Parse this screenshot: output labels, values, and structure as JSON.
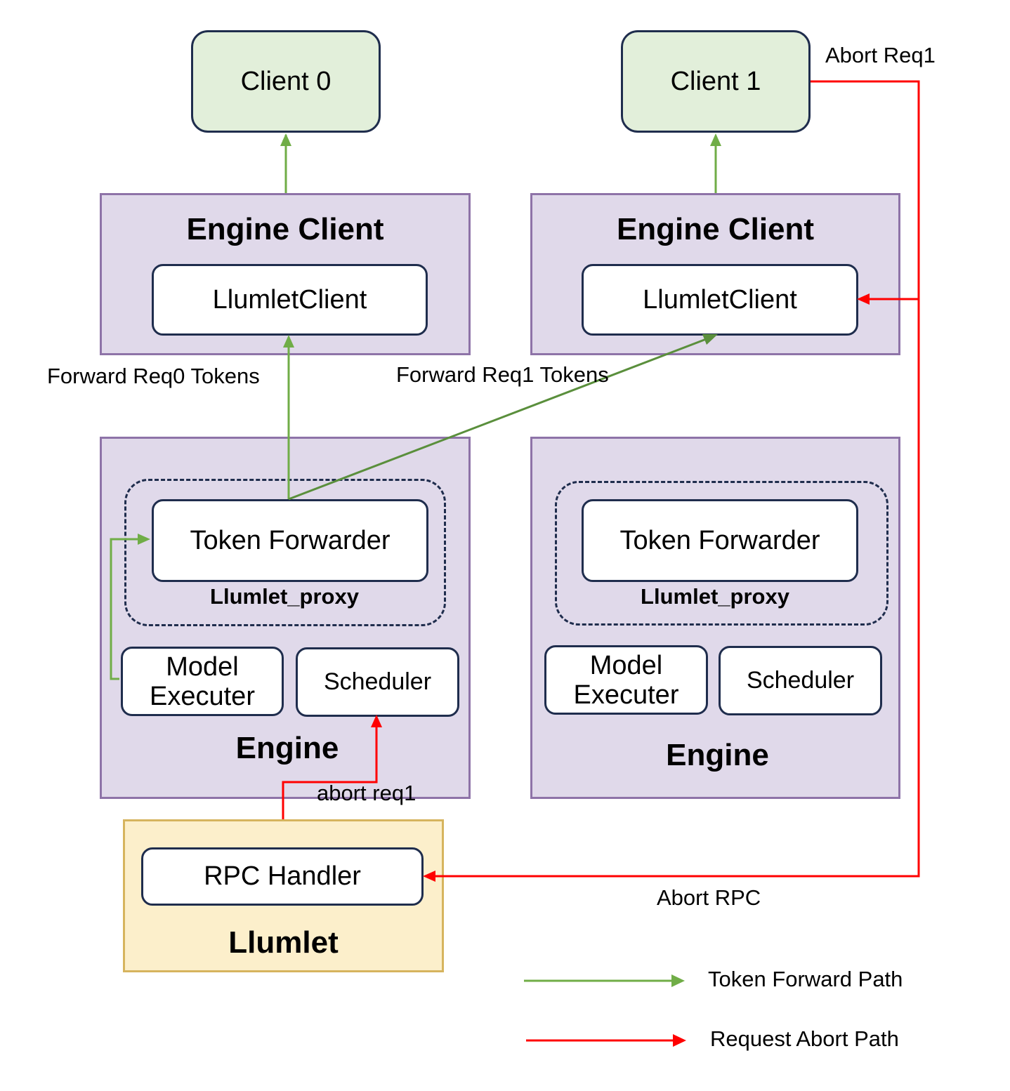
{
  "clients": [
    {
      "label": "Client 0"
    },
    {
      "label": "Client 1"
    }
  ],
  "engine_clients": [
    {
      "title": "Engine Client",
      "inner": "LlumletClient"
    },
    {
      "title": "Engine Client",
      "inner": "LlumletClient"
    }
  ],
  "engines": [
    {
      "title": "Engine",
      "proxy_label": "Llumlet_proxy",
      "token_forwarder": "Token Forwarder",
      "model_executer_line1": "Model",
      "model_executer_line2": "Executer",
      "scheduler": "Scheduler"
    },
    {
      "title": "Engine",
      "proxy_label": "Llumlet_proxy",
      "token_forwarder": "Token Forwarder",
      "model_executer_line1": "Model",
      "model_executer_line2": "Executer",
      "scheduler": "Scheduler"
    }
  ],
  "llumlet": {
    "title": "Llumlet",
    "inner": "RPC Handler"
  },
  "annotations": {
    "forward_req0": "Forward Req0 Tokens",
    "forward_req1": "Forward Req1 Tokens",
    "abort_req1_top": "Abort Req1",
    "abort_req1_engine": "abort req1",
    "abort_rpc": "Abort RPC"
  },
  "legend": [
    {
      "label": "Token Forward Path",
      "color": "#70ad47"
    },
    {
      "label": "Request Abort Path",
      "color": "#ff0000"
    }
  ],
  "colors": {
    "token_path": "#70ad47",
    "abort_path": "#ff0000",
    "client_fill": "#e2efda",
    "engine_fill": "#e0d9ea",
    "llumlet_fill": "#fcefcb"
  }
}
